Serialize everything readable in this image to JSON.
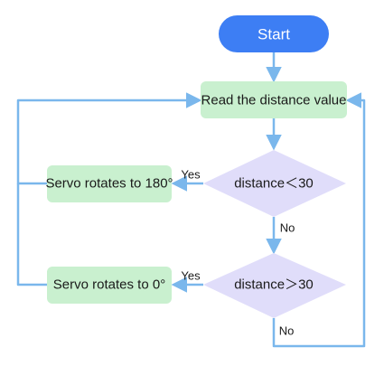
{
  "diagram": {
    "colors": {
      "start_fill": "#3d7ef4",
      "process_fill": "#c9f0cf",
      "decision_fill": "#e0ddfa",
      "connector": "#7ab7ec"
    },
    "nodes": {
      "start": {
        "label": "Start"
      },
      "read": {
        "label": "Read the distance value"
      },
      "decision_lt": {
        "label": "distance＜30"
      },
      "servo_180": {
        "label": "Servo rotates to 180°"
      },
      "decision_gt": {
        "label": "distance＞30"
      },
      "servo_0": {
        "label": "Servo rotates to 0°"
      }
    },
    "edge_labels": {
      "yes_1": "Yes",
      "no_1": "No",
      "yes_2": "Yes",
      "no_2": "No"
    }
  }
}
